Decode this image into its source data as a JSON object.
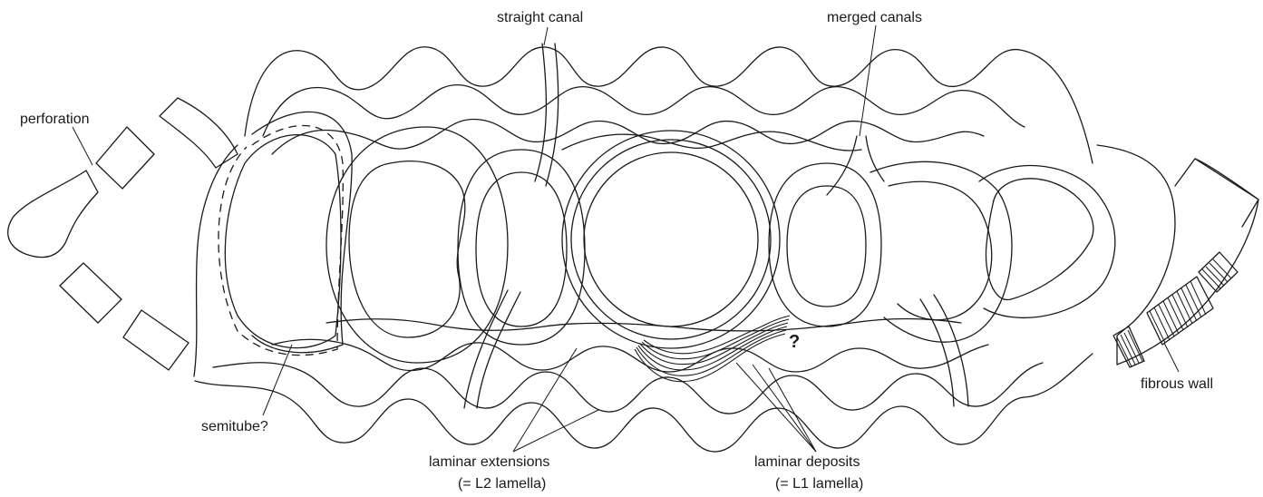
{
  "labels": {
    "perforation": "perforation",
    "straight_canal": "straight canal",
    "merged_canals": "merged canals",
    "semitube": "semitube?",
    "laminar_extensions_1": "laminar extensions",
    "laminar_extensions_2": "(= L2 lamella)",
    "laminar_deposits_1": "laminar deposits",
    "laminar_deposits_2": "(= L1 lamella)",
    "fibrous_wall": "fibrous wall",
    "question_mark": "?"
  }
}
